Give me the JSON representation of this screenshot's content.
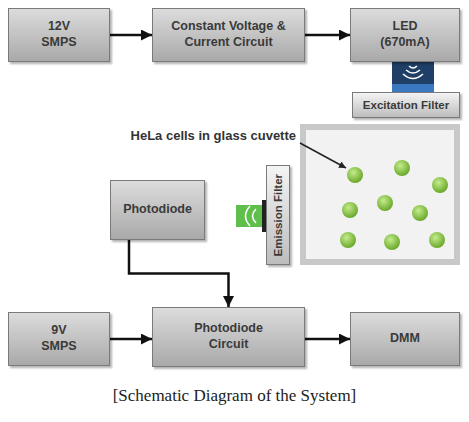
{
  "diagram": {
    "caption": "[Schematic Diagram of the System]",
    "nodes": [
      {
        "text": [
          "12V SMPS"
        ]
      },
      {
        "text": [
          "Constant Voltage & Current Circuit"
        ]
      },
      {
        "text": [
          "LED (670mA)"
        ]
      },
      {
        "text": [
          "Excitation Filter"
        ]
      },
      {
        "text": [
          "Photodiode"
        ]
      },
      {
        "text": [
          "Emission Filter"
        ]
      },
      {
        "text": [
          "9V SMPS"
        ]
      },
      {
        "text": [
          "Photodiode Circuit"
        ]
      },
      {
        "text": [
          "DMM"
        ]
      }
    ],
    "edges": [
      {
        "from": 0,
        "to": 1,
        "arrow": "to"
      },
      {
        "from": 1,
        "to": 2,
        "arrow": "to"
      },
      {
        "from": 4,
        "to": 7,
        "arrow": "to"
      },
      {
        "from": 6,
        "to": 7,
        "arrow": "to"
      },
      {
        "from": 7,
        "to": 8,
        "arrow": "to"
      }
    ],
    "labels": [
      "HeLa cells in glass cuvette"
    ]
  }
}
